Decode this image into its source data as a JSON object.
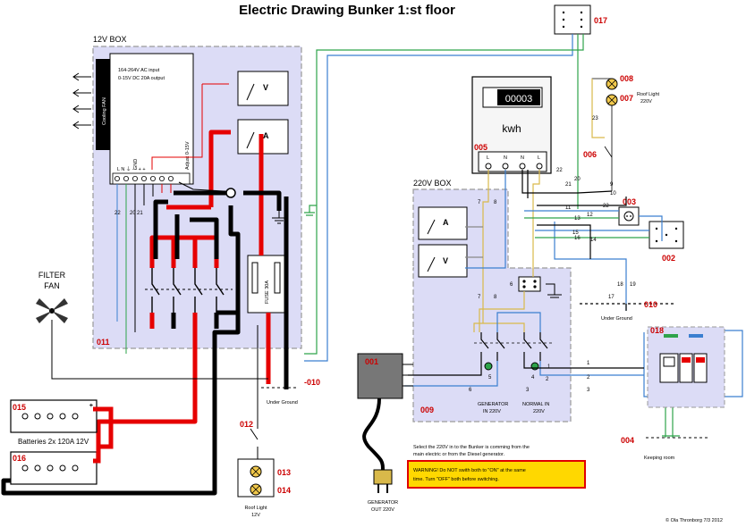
{
  "title": "Electric Drawing Bunker 1:st floor",
  "boxes": {
    "box12v": "12V BOX",
    "box220v": "220V BOX"
  },
  "psu": {
    "spec_line1": "164-264V AC input",
    "spec_line2": "0-15V DC 20A output",
    "cooling_fan": "Cooling FAN",
    "adjust": "Adjust 0-15V",
    "gnd": "GND",
    "terminals": "L  N  ⏚  -  -  +  +"
  },
  "meters": {
    "volt": "V",
    "amp": "A"
  },
  "fuse": "FUSE 30A",
  "filter_fan": {
    "line1": "FILTER",
    "line2": "FAN"
  },
  "batteries": "Batteries 2x 120A 12V",
  "kwh_meter": {
    "reading": "00003",
    "unit": "kwh",
    "terminals": [
      "L",
      "N",
      "N",
      "L"
    ]
  },
  "labels": {
    "roof_light_220": [
      "Roof Light",
      "220V"
    ],
    "roof_light_12": [
      "Roof Light",
      "12V"
    ],
    "under_ground": "Under Ground",
    "keeping_room": "Keeping room",
    "generator_in": [
      "GENERATOR",
      "IN 220V"
    ],
    "normal_in": [
      "NORMAL IN",
      "220V"
    ],
    "generator_out": [
      "GENERATOR",
      "OUT 220V"
    ],
    "select_note": [
      "Select the 220V in to the Bunker is comming from the",
      "main electric or from the Diesel generator."
    ],
    "warning": [
      "WARNING! Do NOT swith both to \"ON\" at the same",
      "time. Turn \"OFF\" both before switching."
    ],
    "copyright": "© Ola Thronborg 7/3 2012"
  },
  "part_numbers": {
    "p001": "001",
    "p002": "002",
    "p003": "003",
    "p004": "004",
    "p005": "005",
    "p006": "006",
    "p007": "007",
    "p008": "008",
    "p009": "009",
    "p010a": "010",
    "p010b": "-010",
    "p011": "011",
    "p012": "012",
    "p013": "013",
    "p014": "014",
    "p015": "015",
    "p016": "016",
    "p017": "017",
    "p018": "018"
  },
  "wire_numbers": {
    "w22a": "22",
    "w21": "21",
    "w20": "20",
    "w18": "18",
    "w22b": "22",
    "w20b": "20",
    "w21b": "21",
    "w7a": "7",
    "w8a": "8",
    "w7b": "7",
    "w8b": "8",
    "w6a": "6",
    "w5": "5",
    "w4": "4",
    "w1": "1",
    "w2": "2",
    "w3": "3",
    "w6b": "6",
    "w3b": "3",
    "w2b": "2",
    "w1b": "1",
    "w11": "11",
    "w12": "12",
    "w13": "13",
    "w15": "15",
    "w14": "14",
    "w16": "16",
    "w17": "17",
    "w19": "19",
    "w9": "9",
    "w10": "10",
    "w23": "23",
    "w22c": "22"
  },
  "colors": {
    "box_fill": "#dcdcf6",
    "red": "#e60000",
    "black": "#000000",
    "blue": "#3b7fd0",
    "green": "#2ea34a",
    "yellow": "#d9b94a",
    "part_red": "#cc0000",
    "warning_bg": "#ffd800",
    "warning_border": "#e00000"
  }
}
